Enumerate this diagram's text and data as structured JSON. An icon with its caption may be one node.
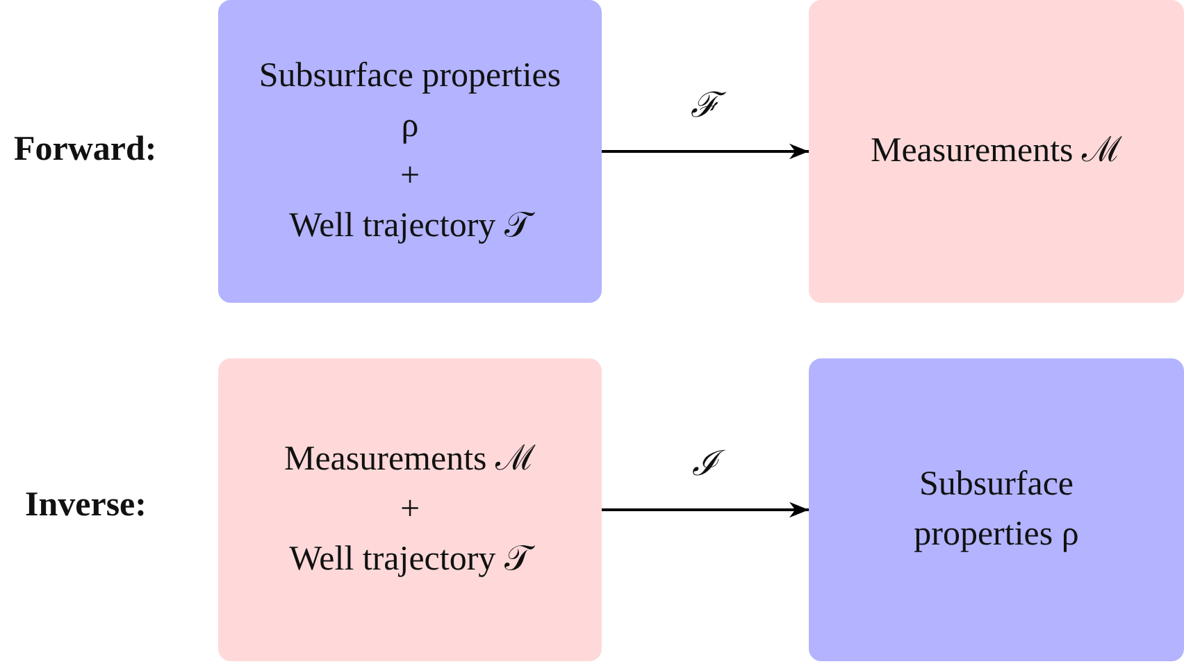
{
  "diagram": {
    "nodes": [
      {
        "text": [
          "Subsurface properties ρ",
          "+",
          "Well trajectory 𝒯"
        ]
      },
      {
        "text": [
          "Measurements ℳ"
        ]
      },
      {
        "text": [
          "Measurements ℳ",
          "+",
          "Well trajectory 𝒯"
        ]
      },
      {
        "text": [
          "Subsurface properties ρ"
        ]
      }
    ],
    "edges": [
      {
        "from": 0,
        "to": 1,
        "arrow": "to",
        "label": "ℱ"
      },
      {
        "from": 2,
        "to": 3,
        "arrow": "to",
        "label": "ℐ"
      }
    ],
    "labels": [
      "Forward:",
      "Inverse:"
    ]
  }
}
